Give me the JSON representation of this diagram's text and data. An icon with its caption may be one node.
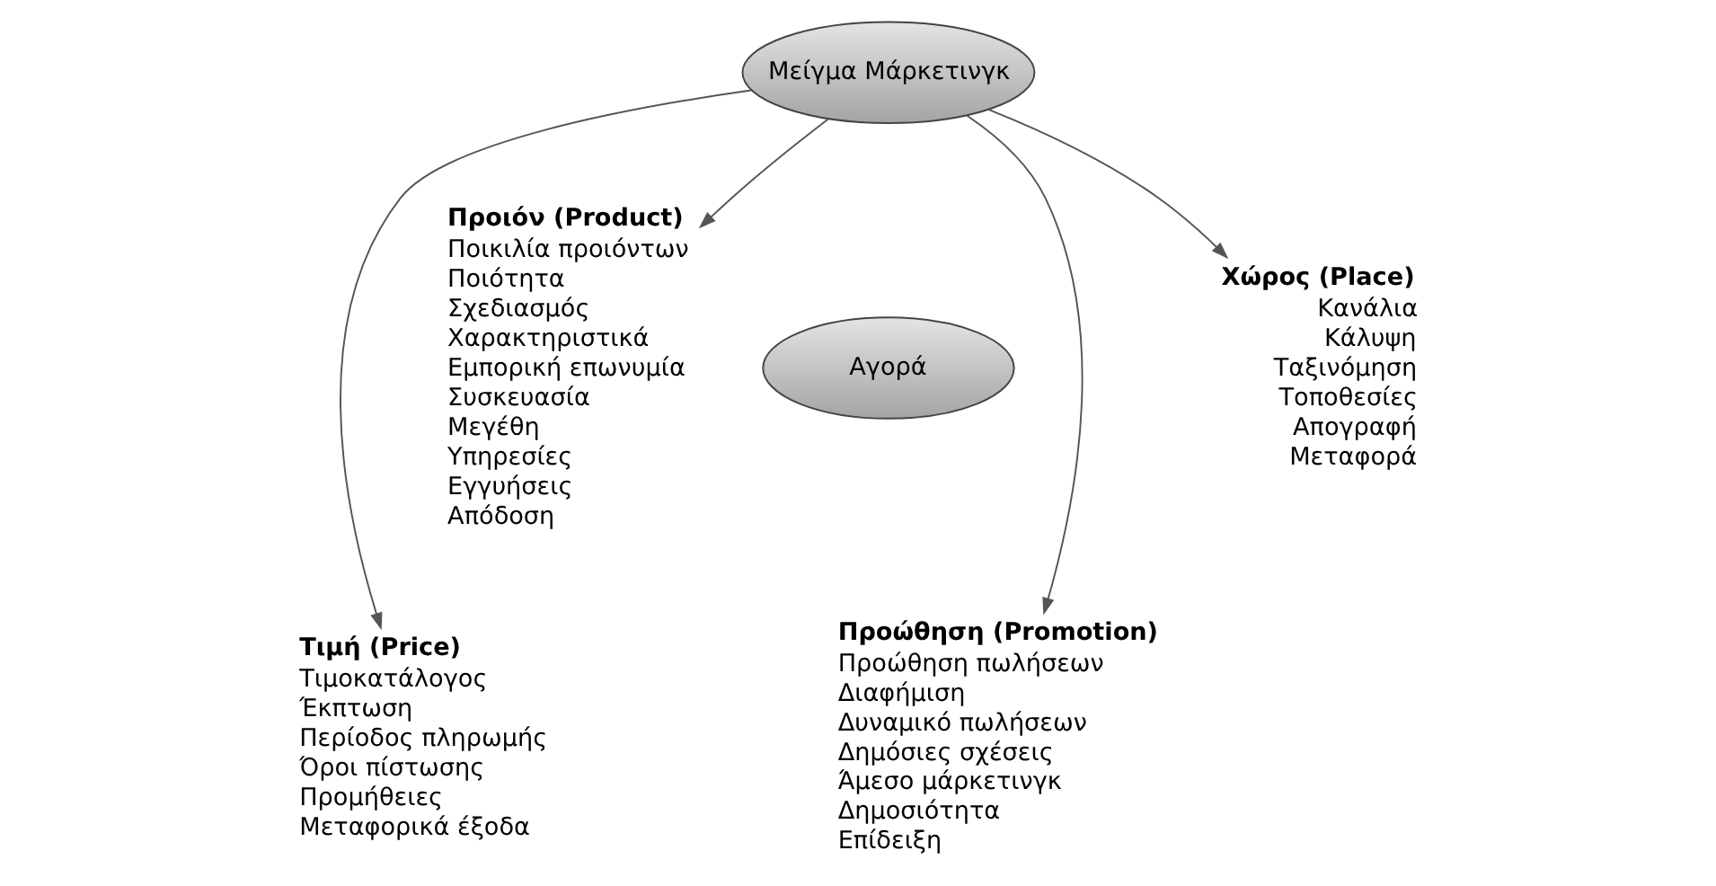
{
  "diagram": {
    "nodes": [
      {
        "text": [
          "Μείγμα Μάρκετινγκ"
        ]
      },
      {
        "text": [
          "Αγορά"
        ]
      },
      {
        "text": [
          "Προιόν (Product)",
          "Ποικιλία προιόντων",
          "Ποιότητα",
          "Σχεδιασμός",
          "Χαρακτηριστικά",
          "Εμπορική επωνυμία",
          "Συσκευασία",
          "Μεγέθη",
          "Υπηρεσίες",
          "Εγγυήσεις",
          "Απόδοση"
        ]
      },
      {
        "text": [
          "Τιμή (Price)",
          "Τιμοκατάλογος",
          "Έκπτωση",
          "Περίοδος πληρωμής",
          "Όροι πίστωσης",
          "Προμήθειες",
          "Μεταφορικά έξοδα"
        ]
      },
      {
        "text": [
          "Προώθηση (Promotion)",
          "Προώθηση πωλήσεων",
          "Διαφήμιση",
          "Δυναμικό πωλήσεων",
          "Δημόσιες σχέσεις",
          "Άμεσο μάρκετινγκ",
          "Δημοσιότητα",
          "Επίδειξη"
        ]
      },
      {
        "text": [
          "Χώρος (Place)",
          "Κανάλια",
          "Κάλυψη",
          "Ταξινόμηση",
          "Τοποθεσίες",
          "Απογραφή",
          "Μεταφορά"
        ]
      }
    ],
    "edges": [
      {
        "from": 0,
        "to": 2,
        "arrow": "to"
      },
      {
        "from": 0,
        "to": 3,
        "arrow": "to"
      },
      {
        "from": 0,
        "to": 4,
        "arrow": "to"
      },
      {
        "from": 0,
        "to": 5,
        "arrow": "to"
      }
    ]
  }
}
